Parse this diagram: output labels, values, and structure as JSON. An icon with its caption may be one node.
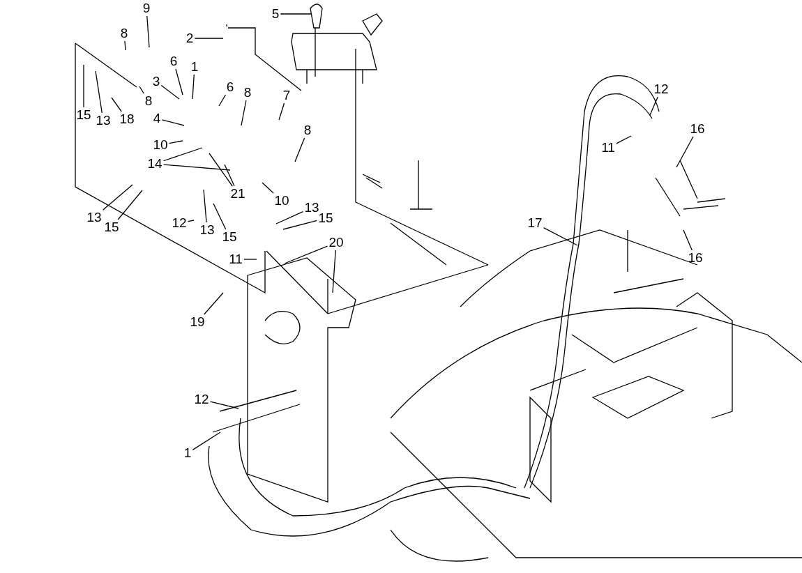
{
  "diagram": {
    "nodes": [
      {
        "text": [
          "5"
        ]
      },
      {
        "text": [
          "2"
        ]
      },
      {
        "text": [
          "9"
        ]
      },
      {
        "text": [
          "8"
        ]
      },
      {
        "text": [
          "6"
        ]
      },
      {
        "text": [
          "3"
        ]
      },
      {
        "text": [
          "1"
        ]
      },
      {
        "text": [
          "15"
        ]
      },
      {
        "text": [
          "13"
        ]
      },
      {
        "text": [
          "18"
        ]
      },
      {
        "text": [
          "8"
        ]
      },
      {
        "text": [
          "4"
        ]
      },
      {
        "text": [
          "6"
        ]
      },
      {
        "text": [
          "8"
        ]
      },
      {
        "text": [
          "7"
        ]
      },
      {
        "text": [
          "8"
        ]
      },
      {
        "text": [
          "10"
        ]
      },
      {
        "text": [
          "14"
        ]
      },
      {
        "text": [
          "21"
        ]
      },
      {
        "text": [
          "10"
        ]
      },
      {
        "text": [
          "13"
        ]
      },
      {
        "text": [
          "15"
        ]
      },
      {
        "text": [
          "12"
        ]
      },
      {
        "text": [
          "13"
        ]
      },
      {
        "text": [
          "15"
        ]
      },
      {
        "text": [
          "13"
        ]
      },
      {
        "text": [
          "15"
        ]
      },
      {
        "text": [
          "11"
        ]
      },
      {
        "text": [
          "20"
        ]
      },
      {
        "text": [
          "19"
        ]
      },
      {
        "text": [
          "12"
        ]
      },
      {
        "text": [
          "1"
        ]
      },
      {
        "text": [
          "12"
        ]
      },
      {
        "text": [
          "11"
        ]
      },
      {
        "text": [
          "16"
        ]
      },
      {
        "text": [
          "16"
        ]
      },
      {
        "text": [
          "17"
        ]
      }
    ],
    "edges": [
      {
        "from": 0,
        "to": null,
        "arrow": "none"
      },
      {
        "from": 1,
        "to": null,
        "arrow": "none"
      },
      {
        "from": 2,
        "to": null,
        "arrow": "none"
      },
      {
        "from": 3,
        "to": null,
        "arrow": "none"
      },
      {
        "from": 4,
        "to": null,
        "arrow": "none"
      },
      {
        "from": 5,
        "to": null,
        "arrow": "none"
      },
      {
        "from": 6,
        "to": null,
        "arrow": "none"
      },
      {
        "from": 7,
        "to": null,
        "arrow": "none"
      },
      {
        "from": 8,
        "to": null,
        "arrow": "none"
      },
      {
        "from": 9,
        "to": null,
        "arrow": "none"
      },
      {
        "from": 10,
        "to": null,
        "arrow": "none"
      },
      {
        "from": 11,
        "to": null,
        "arrow": "none"
      },
      {
        "from": 12,
        "to": null,
        "arrow": "none"
      },
      {
        "from": 13,
        "to": null,
        "arrow": "none"
      },
      {
        "from": 14,
        "to": null,
        "arrow": "none"
      },
      {
        "from": 15,
        "to": null,
        "arrow": "none"
      },
      {
        "from": 16,
        "to": null,
        "arrow": "none"
      },
      {
        "from": 17,
        "to": null,
        "arrow": "none"
      },
      {
        "from": 17,
        "to": null,
        "arrow": "none"
      },
      {
        "from": 18,
        "to": null,
        "arrow": "none"
      },
      {
        "from": 18,
        "to": null,
        "arrow": "none"
      },
      {
        "from": 19,
        "to": null,
        "arrow": "none"
      },
      {
        "from": 20,
        "to": null,
        "arrow": "none"
      },
      {
        "from": 21,
        "to": null,
        "arrow": "none"
      },
      {
        "from": 22,
        "to": null,
        "arrow": "none"
      },
      {
        "from": 23,
        "to": null,
        "arrow": "none"
      },
      {
        "from": 24,
        "to": null,
        "arrow": "none"
      },
      {
        "from": 25,
        "to": null,
        "arrow": "none"
      },
      {
        "from": 26,
        "to": null,
        "arrow": "none"
      },
      {
        "from": 27,
        "to": null,
        "arrow": "none"
      },
      {
        "from": 28,
        "to": null,
        "arrow": "none"
      },
      {
        "from": 28,
        "to": null,
        "arrow": "none"
      },
      {
        "from": 29,
        "to": null,
        "arrow": "none"
      },
      {
        "from": 30,
        "to": null,
        "arrow": "none"
      },
      {
        "from": 31,
        "to": null,
        "arrow": "none"
      },
      {
        "from": 32,
        "to": null,
        "arrow": "none"
      },
      {
        "from": 33,
        "to": null,
        "arrow": "none"
      },
      {
        "from": 34,
        "to": null,
        "arrow": "none"
      },
      {
        "from": 35,
        "to": null,
        "arrow": "none"
      },
      {
        "from": 36,
        "to": null,
        "arrow": "none"
      }
    ]
  }
}
